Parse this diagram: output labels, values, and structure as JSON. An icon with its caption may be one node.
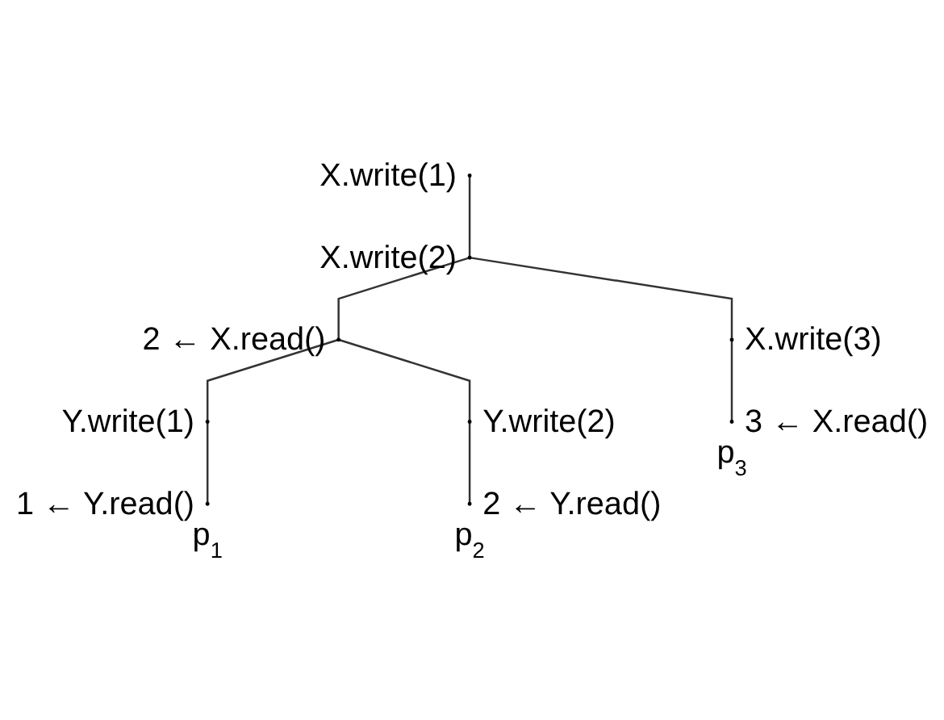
{
  "diagram": {
    "nodes": [
      {
        "text": [],
        "shape": "circle",
        "beside": [
          "X.write(1)"
        ]
      },
      {
        "text": [],
        "shape": "circle",
        "beside": [
          "X.write(2)"
        ]
      },
      {
        "text": [],
        "shape": "circle",
        "beside": [
          "2 ← X.read()"
        ]
      },
      {
        "text": [],
        "shape": "circle",
        "beside": [
          "X.write(3)"
        ]
      },
      {
        "text": [],
        "shape": "circle",
        "beside": [
          "Y.write(1)"
        ]
      },
      {
        "text": [],
        "shape": "circle",
        "beside": [
          "Y.write(2)"
        ]
      },
      {
        "text": [],
        "shape": "circle",
        "beside": [
          "3 ← X.read()",
          "p$_{3}$"
        ]
      },
      {
        "text": [],
        "shape": "circle",
        "beside": [
          "1 ← Y.read()",
          "p$_{1}$"
        ]
      },
      {
        "text": [],
        "shape": "circle",
        "beside": [
          "2 ← Y.read()",
          "p$_{2}$"
        ]
      }
    ],
    "edges": [
      {
        "from": 0,
        "to": 1,
        "arrow": "none"
      },
      {
        "from": 1,
        "to": 2,
        "arrow": "none"
      },
      {
        "from": 1,
        "to": 3,
        "arrow": "none"
      },
      {
        "from": 2,
        "to": 4,
        "arrow": "none"
      },
      {
        "from": 2,
        "to": 5,
        "arrow": "none"
      },
      {
        "from": 3,
        "to": 6,
        "arrow": "none"
      },
      {
        "from": 4,
        "to": 7,
        "arrow": "none"
      },
      {
        "from": 5,
        "to": 8,
        "arrow": "none"
      }
    ]
  }
}
